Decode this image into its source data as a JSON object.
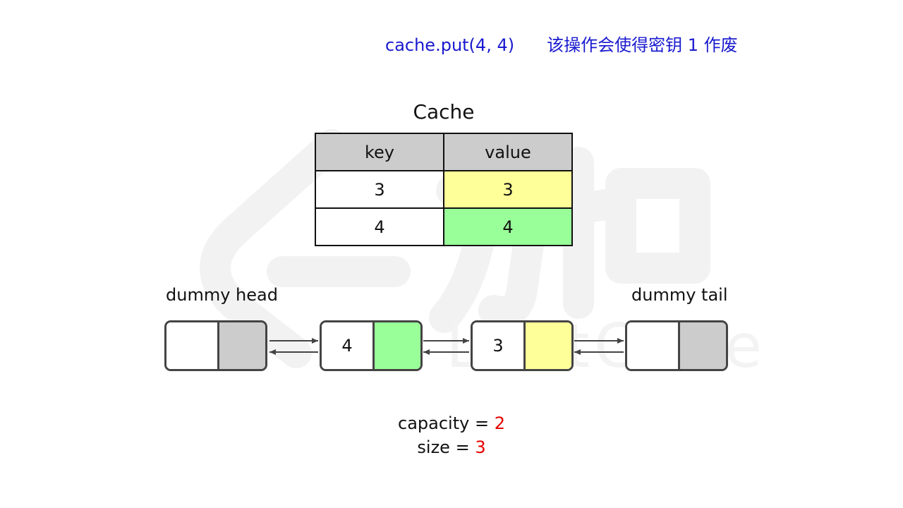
{
  "header": {
    "operation": "cache.put(4, 4)",
    "note": "该操作会使得密钥 1 作废",
    "color": "#1a1ad0"
  },
  "cache": {
    "title": "Cache",
    "columns": [
      "key",
      "value"
    ],
    "rows": [
      {
        "key": "3",
        "value": "3",
        "value_color": "#ffff99"
      },
      {
        "key": "4",
        "value": "4",
        "value_color": "#99ff99"
      }
    ]
  },
  "list": {
    "head_label": "dummy head",
    "tail_label": "dummy tail",
    "nodes": [
      {
        "name": "dummy-head",
        "key": "",
        "value_color": "#cccccc"
      },
      {
        "name": "node-4",
        "key": "4",
        "value_color": "#99ff99"
      },
      {
        "name": "node-3",
        "key": "3",
        "value_color": "#ffff99"
      },
      {
        "name": "dummy-tail",
        "key": "",
        "value_color": "#cccccc"
      }
    ]
  },
  "stats": {
    "capacity_label": "capacity = ",
    "capacity_value": "2",
    "size_label": "size = ",
    "size_value": "3",
    "value_color": "#e60000"
  }
}
